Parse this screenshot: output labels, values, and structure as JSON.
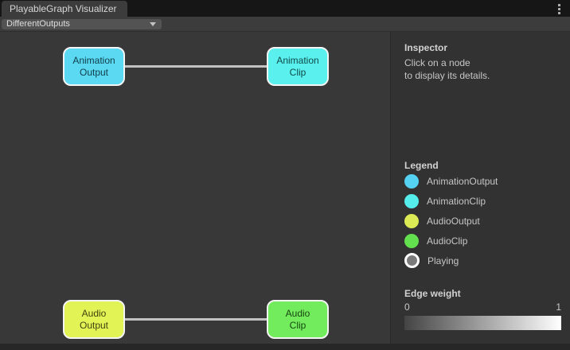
{
  "window": {
    "tab_title": "PlayableGraph Visualizer"
  },
  "toolbar": {
    "graph_selector": {
      "value": "DifferentOutputs"
    }
  },
  "graph": {
    "nodes": [
      {
        "id": "animation-output",
        "line1": "Animation",
        "line2": "Output",
        "fill": "#5bd9f2",
        "text_color": "#10404b"
      },
      {
        "id": "animation-clip",
        "line1": "Animation",
        "line2": "Clip",
        "fill": "#59f0ee",
        "text_color": "#104b49"
      },
      {
        "id": "audio-output",
        "line1": "Audio",
        "line2": "Output",
        "fill": "#e2f355",
        "text_color": "#3e430f"
      },
      {
        "id": "audio-clip",
        "line1": "Audio",
        "line2": "Clip",
        "fill": "#72ec5c",
        "text_color": "#174711"
      }
    ],
    "edges": [
      {
        "from": "animation-output",
        "to": "animation-clip"
      },
      {
        "from": "audio-output",
        "to": "audio-clip"
      }
    ]
  },
  "inspector": {
    "title": "Inspector",
    "hint_line1": "Click on a node",
    "hint_line2": "to display its details.",
    "legend": {
      "title": "Legend",
      "items": [
        {
          "label": "AnimationOutput",
          "color": "#55d2f2",
          "ring": false
        },
        {
          "label": "AnimationClip",
          "color": "#55ecec",
          "ring": false
        },
        {
          "label": "AudioOutput",
          "color": "#dceb55",
          "ring": false
        },
        {
          "label": "AudioClip",
          "color": "#63e04d",
          "ring": false
        },
        {
          "label": "Playing",
          "color": "#7b7b7b",
          "ring": true
        }
      ]
    },
    "edge_weight": {
      "title": "Edge weight",
      "min_label": "0",
      "max_label": "1",
      "gradient_start": "#444444",
      "gradient_end": "#ffffff"
    }
  }
}
